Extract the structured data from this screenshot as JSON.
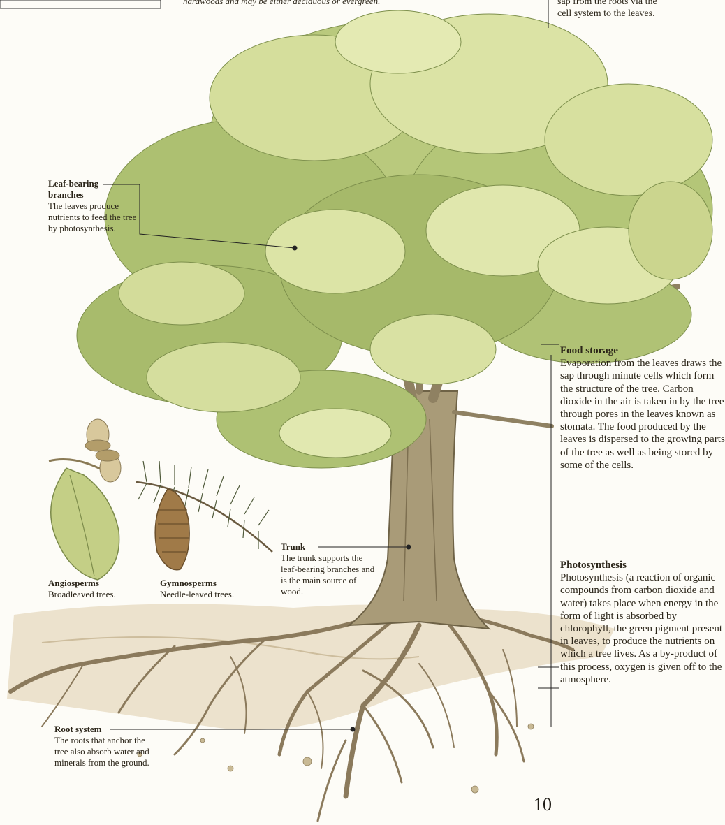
{
  "colors": {
    "paper": "#fdfcf7",
    "foliage_light": "#e3e8b0",
    "foliage_mid": "#c5d28a",
    "foliage_dark": "#8fa25c",
    "bark": "#a49572",
    "bark_dark": "#6e6246",
    "soil": "#e8dcc4",
    "root": "#b8a788"
  },
  "top": {
    "center_fragment": "hardwoods and may be either deciduous or evergreen.",
    "right_line1": "sap from the roots via the",
    "right_line2": "cell system to the leaves."
  },
  "labels": {
    "leaf": {
      "title_line1": "Leaf-bearing",
      "title_line2": "branches",
      "body": "The leaves produce nutrients to feed the tree by photosynthesis."
    },
    "trunk": {
      "title": "Trunk",
      "body": "The trunk supports the leaf-bearing branches and is the main source of wood."
    },
    "angiosperms": {
      "title": "Angiosperms",
      "body": "Broadleaved trees."
    },
    "gymnosperms": {
      "title": "Gymnosperms",
      "body": "Needle-leaved trees."
    },
    "root": {
      "title": "Root system",
      "body": "The roots that anchor the tree also absorb water and minerals from the ground."
    },
    "food": {
      "title": "Food storage",
      "body": "Evaporation from the leaves draws the sap through minute cells which form the structure of the tree. Carbon dioxide in the air is taken in by the tree through pores in the leaves known as stomata. The food produced by the leaves is dispersed to the growing parts of the tree as well as being stored by some of the cells."
    },
    "photo": {
      "title": "Photosynthesis",
      "body": "Photosynthesis (a reaction of organic compounds from carbon dioxide and water) takes place when energy in the form of light is absorbed by chlorophyll, the green pigment present in leaves, to produce the nutrients on which a tree lives. As a by-product of this process, oxygen is given off to the atmosphere."
    }
  },
  "page_number": "10"
}
